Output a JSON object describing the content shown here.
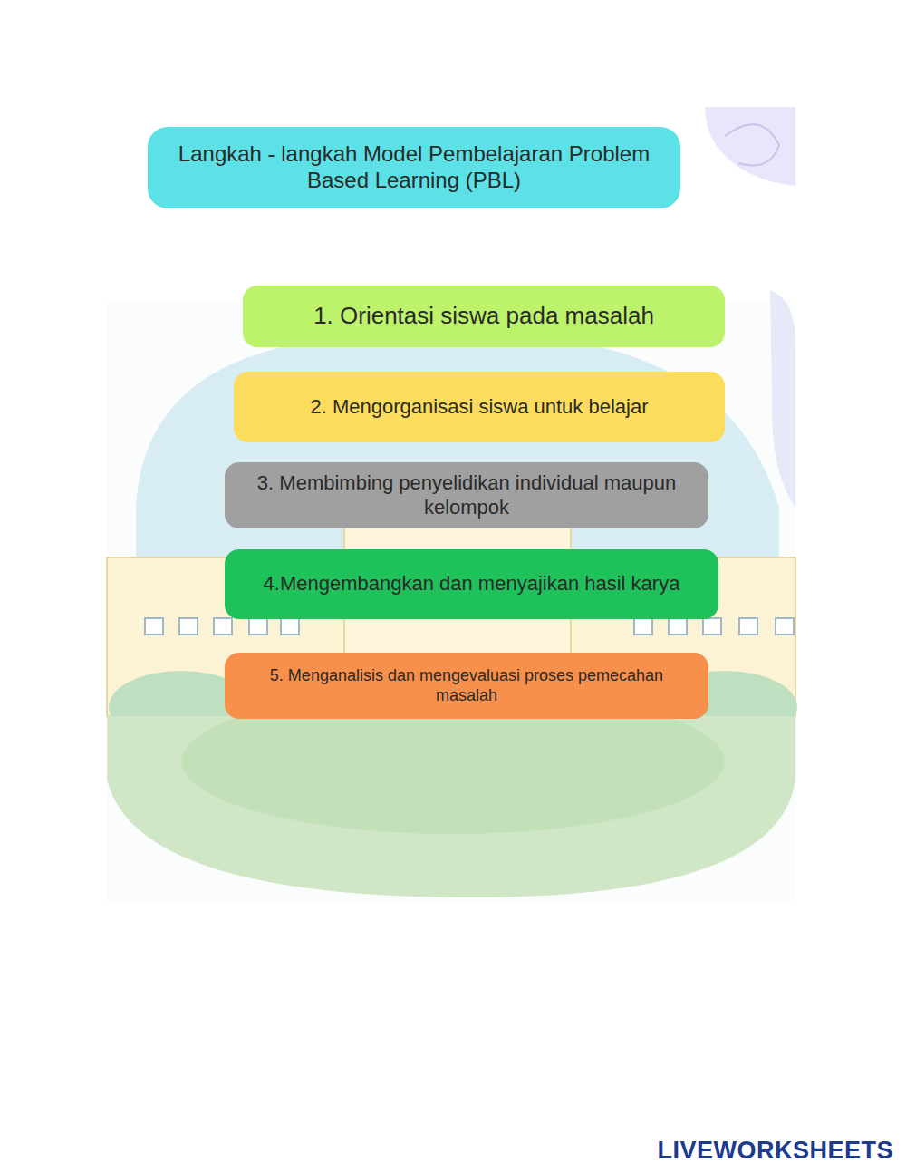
{
  "diagram": {
    "title": "Langkah - langkah Model Pembelajaran Problem Based Learning (PBL)",
    "nodes": [
      {
        "text": [
          "1. Orientasi siswa pada masalah"
        ]
      },
      {
        "text": [
          "2. Mengorganisasi siswa untuk belajar"
        ]
      },
      {
        "text": [
          "3. Membimbing penyelidikan individual maupun kelompok"
        ]
      },
      {
        "text": [
          "4.Mengembangkan dan menyajikan hasil karya"
        ]
      },
      {
        "text": [
          "5. Menganalisis dan mengevaluasi proses pemecahan masalah"
        ]
      }
    ],
    "labels": [
      "LIVEWORKSHEETS"
    ]
  }
}
